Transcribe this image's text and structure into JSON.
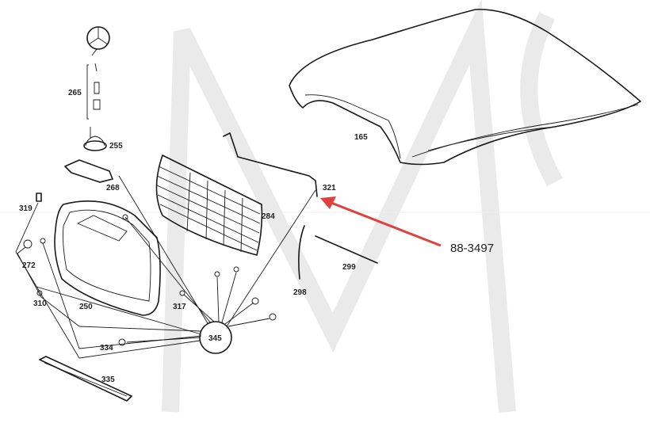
{
  "labels": {
    "p165": "165",
    "p250": "250",
    "p255": "255",
    "p265": "265",
    "p268": "268",
    "p272": "272",
    "p284": "284",
    "p298": "298",
    "p299": "299",
    "p310": "310",
    "p317": "317",
    "p319": "319",
    "p321": "321",
    "p334": "334",
    "p335": "335",
    "p345": "345"
  },
  "callout": {
    "part_number": "88-3497"
  },
  "colors": {
    "arrow": "#e0413c",
    "line": "#1a1a1a",
    "watermark": "#d9d9d9"
  }
}
